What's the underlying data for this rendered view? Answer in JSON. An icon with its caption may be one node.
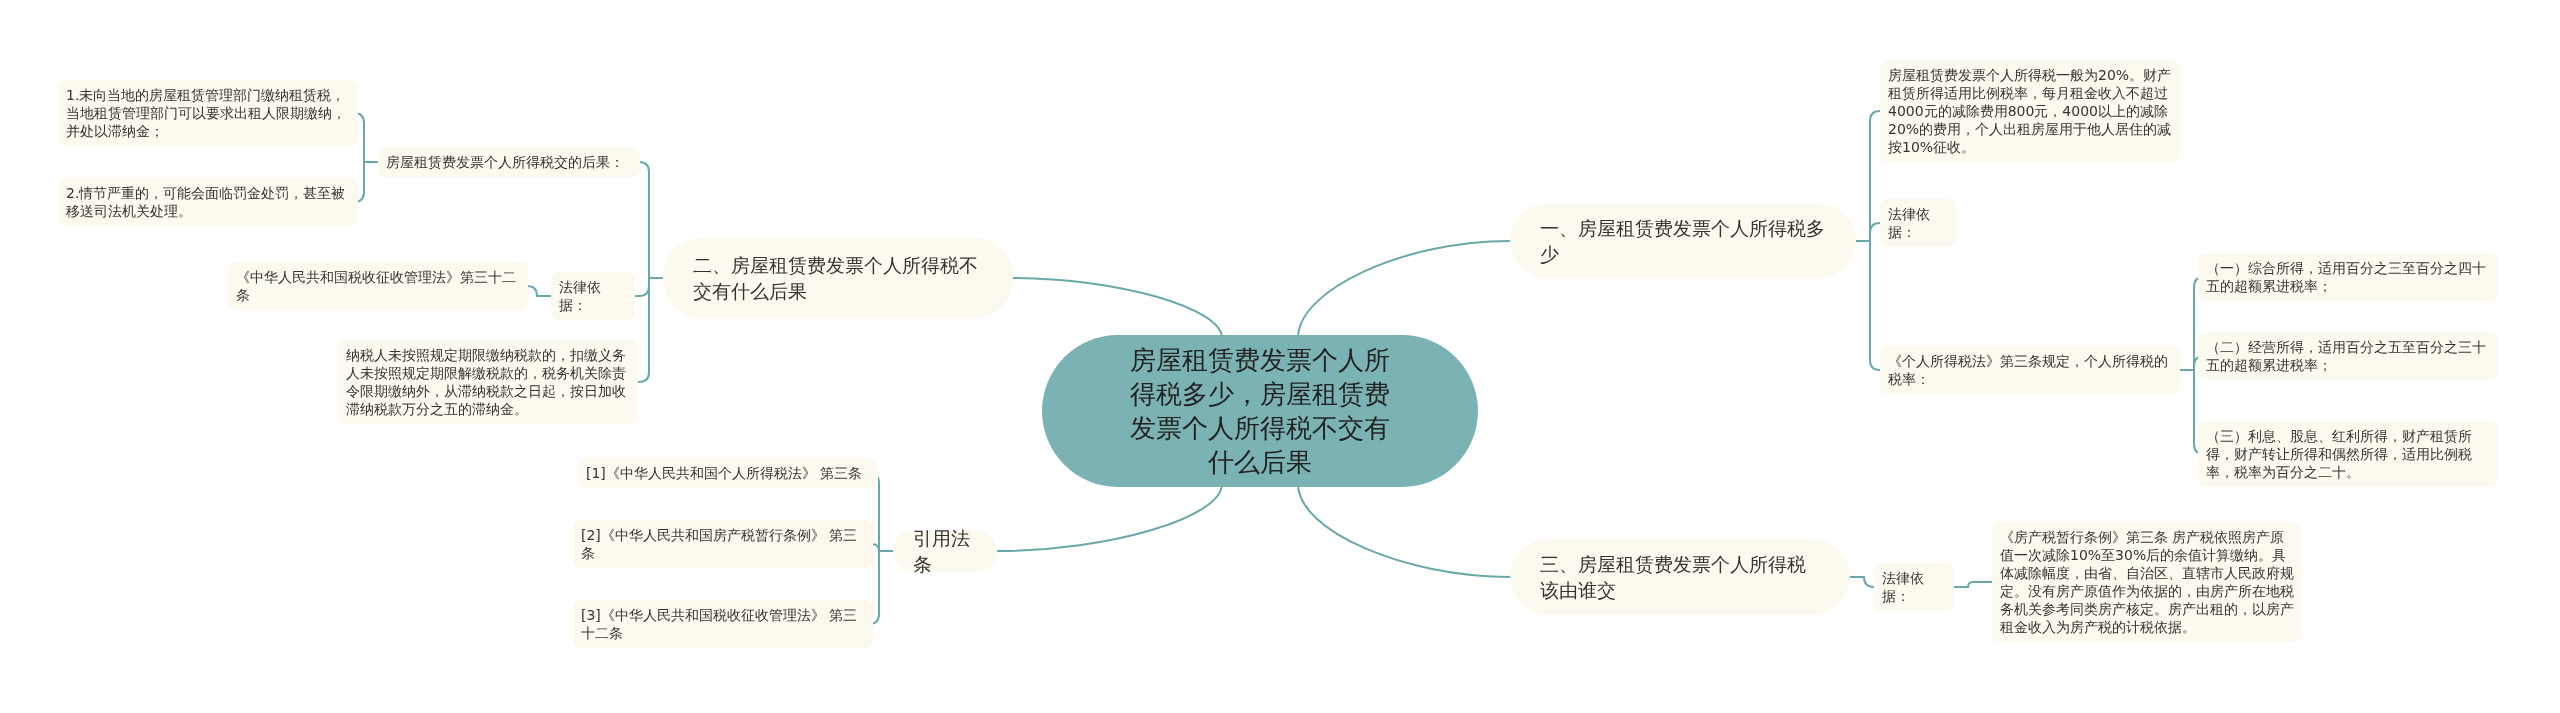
{
  "diagram": {
    "nodes": [
      {
        "text": [
          "房屋租赁费发票个人所得税多少，房屋租赁费发票个人所得税不交有什么后果"
        ]
      },
      {
        "text": [
          "一、房屋租赁费发票个人所得税多少"
        ]
      },
      {
        "text": [
          "房屋租赁费发票个人所得税一般为20%。财产租赁所得适用比例税率，每月租金收入不超过4000元的减除费用800元，4000以上的减除20%的费用，个人出租房屋用于他人居住的减按10%征收。"
        ]
      },
      {
        "text": [
          "法律依据："
        ]
      },
      {
        "text": [
          "《个人所得税法》第三条规定，个人所得税的税率："
        ]
      },
      {
        "text": [
          "（一）综合所得，适用百分之三至百分之四十五的超额累进税率；"
        ]
      },
      {
        "text": [
          "（二）经营所得，适用百分之五至百分之三十五的超额累进税率；"
        ]
      },
      {
        "text": [
          "（三）利息、股息、红利所得，财产租赁所得，财产转让所得和偶然所得，适用比例税率，税率为百分之二十。"
        ]
      },
      {
        "text": [
          "三、房屋租赁费发票个人所得税该由谁交"
        ]
      },
      {
        "text": [
          "法律依据："
        ]
      },
      {
        "text": [
          "《房产税暂行条例》第三条 房产税依照房产原值一次减除10%至30%后的余值计算缴纳。具体减除幅度，由省、自治区、直辖市人民政府规定。没有房产原值作为依据的，由房产所在地税务机关参考同类房产核定。房产出租的，以房产租金收入为房产税的计税依据。"
        ]
      },
      {
        "text": [
          "二、房屋租赁费发票个人所得税不交有什么后果"
        ]
      },
      {
        "text": [
          "房屋租赁费发票个人所得税交的后果："
        ]
      },
      {
        "text": [
          "1.未向当地的房屋租赁管理部门缴纳租赁税，当地租赁管理部门可以要求出租人限期缴纳，并处以滞纳金；"
        ]
      },
      {
        "text": [
          "2.情节严重的，可能会面临罚金处罚，甚至被移送司法机关处理。"
        ]
      },
      {
        "text": [
          "法律依据："
        ]
      },
      {
        "text": [
          "《中华人民共和国税收征收管理法》第三十二条"
        ]
      },
      {
        "text": [
          "纳税人未按照规定期限缴纳税款的，扣缴义务人未按照规定期限解缴税款的，税务机关除责令限期缴纳外，从滞纳税款之日起，按日加收滞纳税款万分之五的滞纳金。"
        ]
      },
      {
        "text": [
          "引用法条"
        ]
      },
      {
        "text": [
          "[1]《中华人民共和国个人所得税法》 第三条"
        ]
      },
      {
        "text": [
          "[2]《中华人民共和国房产税暂行条例》 第三条"
        ]
      },
      {
        "text": [
          "[3]《中华人民共和国税收征收管理法》 第三十二条"
        ]
      }
    ],
    "edges": [
      {
        "from": 0,
        "to": 1,
        "arrow": "none"
      },
      {
        "from": 0,
        "to": 8,
        "arrow": "none"
      },
      {
        "from": 0,
        "to": 11,
        "arrow": "none"
      },
      {
        "from": 0,
        "to": 18,
        "arrow": "none"
      },
      {
        "from": 1,
        "to": 2,
        "arrow": "none"
      },
      {
        "from": 1,
        "to": 3,
        "arrow": "none"
      },
      {
        "from": 1,
        "to": 4,
        "arrow": "none"
      },
      {
        "from": 4,
        "to": 5,
        "arrow": "none"
      },
      {
        "from": 4,
        "to": 6,
        "arrow": "none"
      },
      {
        "from": 4,
        "to": 7,
        "arrow": "none"
      },
      {
        "from": 8,
        "to": 9,
        "arrow": "none"
      },
      {
        "from": 9,
        "to": 10,
        "arrow": "none"
      },
      {
        "from": 11,
        "to": 12,
        "arrow": "none"
      },
      {
        "from": 11,
        "to": 15,
        "arrow": "none"
      },
      {
        "from": 11,
        "to": 17,
        "arrow": "none"
      },
      {
        "from": 12,
        "to": 13,
        "arrow": "none"
      },
      {
        "from": 12,
        "to": 14,
        "arrow": "none"
      },
      {
        "from": 15,
        "to": 16,
        "arrow": "none"
      },
      {
        "from": 18,
        "to": 19,
        "arrow": "none"
      },
      {
        "from": 18,
        "to": 20,
        "arrow": "none"
      },
      {
        "from": 18,
        "to": 21,
        "arrow": "none"
      }
    ]
  }
}
